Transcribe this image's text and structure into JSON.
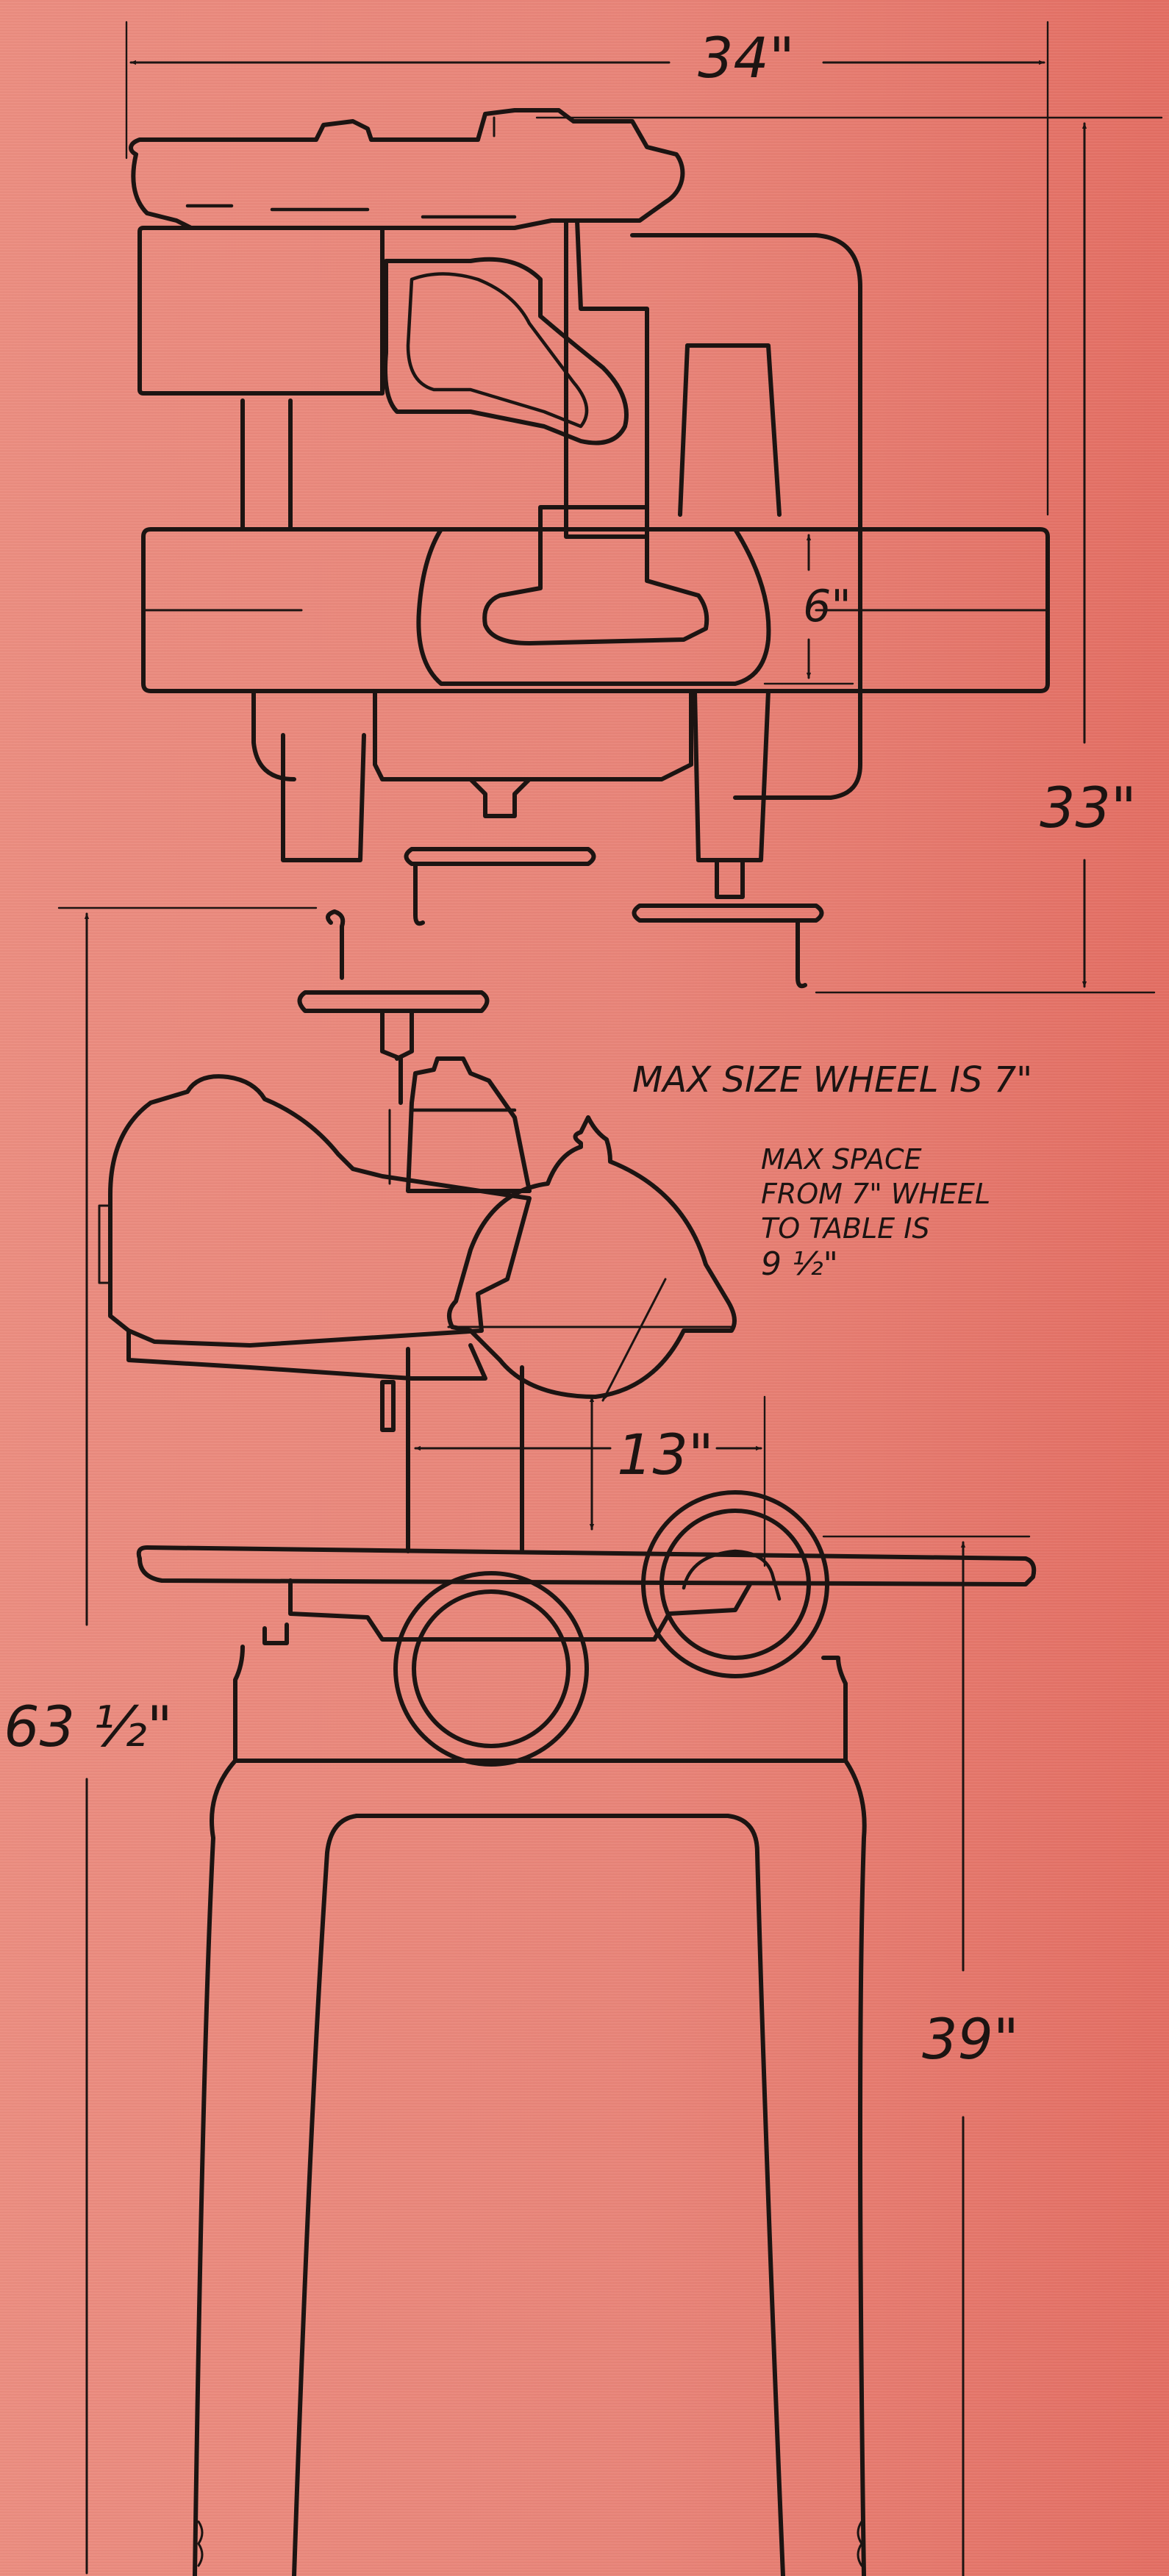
{
  "dimensions": {
    "overall_width": "34\"",
    "top_depth": "33\"",
    "inner_depth": "6\"",
    "overall_height": "63 ½\"",
    "table_height": "39\"",
    "reach": "13\""
  },
  "notes": {
    "max_wheel": "MAX SIZE WHEEL IS 7\"",
    "max_space_line1": "MAX SPACE",
    "max_space_line2": "FROM 7\" WHEEL",
    "max_space_line3": "TO TABLE IS",
    "max_space_line4": "9 ½\""
  },
  "colors": {
    "paper": "#e98478",
    "ink": "#1c1412"
  }
}
